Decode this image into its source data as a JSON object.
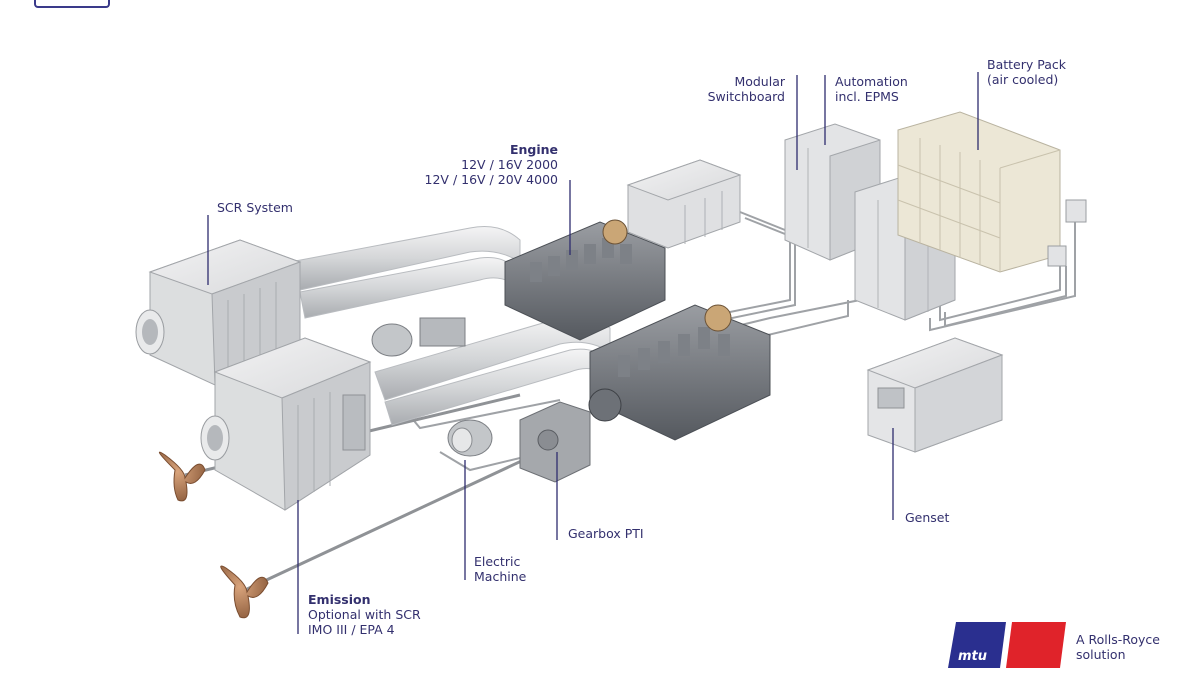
{
  "labels": {
    "scr_system": "SCR System",
    "engine_title": "Engine",
    "engine_line1": "12V / 16V 2000",
    "engine_line2": "12V / 16V / 20V 4000",
    "modular_switchboard_1": "Modular",
    "modular_switchboard_2": "Switchboard",
    "automation_1": "Automation",
    "automation_2": "incl. EPMS",
    "battery_1": "Battery Pack",
    "battery_2": "(air cooled)",
    "gearbox": "Gearbox PTI",
    "electric_1": "Electric",
    "electric_2": "Machine",
    "genset": "Genset",
    "emission_title": "Emission",
    "emission_line1": "Optional with SCR",
    "emission_line2": "IMO III / EPA 4"
  },
  "brand": {
    "logo_text": "mtu",
    "tagline_1": "A Rolls-Royce",
    "tagline_2": "solution",
    "blue": "#2a2f8f",
    "red": "#e0232a"
  },
  "colors": {
    "label_text": "#33306e",
    "leader_line": "#2e2c6e",
    "equipment_light": "#e8e9ea",
    "equipment_mid": "#c7c9cc",
    "equipment_dark": "#8d9094",
    "propeller": "#b07a55"
  }
}
